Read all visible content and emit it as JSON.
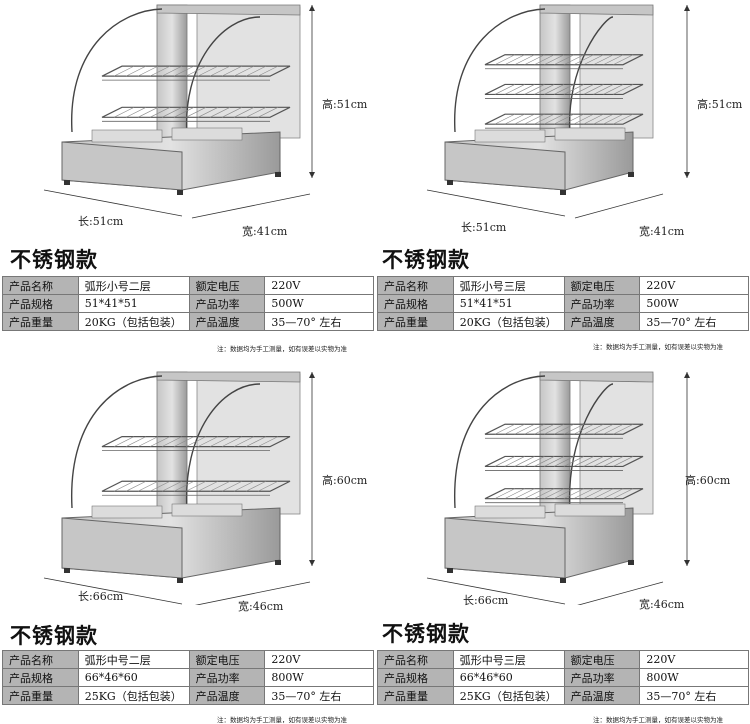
{
  "products": [
    {
      "title": "不锈钢款",
      "height_label": "高:51cm",
      "length_label": "长:51cm",
      "width_label": "宽:41cm",
      "specs": [
        [
          "产品名称",
          "弧形小号二层",
          "额定电压",
          "220V"
        ],
        [
          "产品规格",
          "51*41*51",
          "产品功率",
          "500W"
        ],
        [
          "产品重量",
          "20KG（包括包装）",
          "产品温度",
          "35—70° 左右"
        ]
      ],
      "note": "注：数据均为手工测量，如有误差以实物为准",
      "shelves": 2
    },
    {
      "title": "不锈钢款",
      "height_label": "高:51cm",
      "length_label": "长:51cm",
      "width_label": "宽:41cm",
      "specs": [
        [
          "产品名称",
          "弧形小号三层",
          "额定电压",
          "220V"
        ],
        [
          "产品规格",
          "51*41*51",
          "产品功率",
          "500W"
        ],
        [
          "产品重量",
          "20KG（包括包装）",
          "产品温度",
          "35—70° 左右"
        ]
      ],
      "note": "注：数据均为手工测量，如有误差以实物为准",
      "shelves": 3
    },
    {
      "title": "不锈钢款",
      "height_label": "高:60cm",
      "length_label": "长:66cm",
      "width_label": "宽:46cm",
      "specs": [
        [
          "产品名称",
          "弧形中号二层",
          "额定电压",
          "220V"
        ],
        [
          "产品规格",
          "66*46*60",
          "产品功率",
          "800W"
        ],
        [
          "产品重量",
          "25KG（包括包装）",
          "产品温度",
          "35—70° 左右"
        ]
      ],
      "note": "注：数据均为手工测量，如有误差以实物为准",
      "shelves": 2
    },
    {
      "title": "不锈钢款",
      "height_label": "高:60cm",
      "length_label": "长:66cm",
      "width_label": "宽:46cm",
      "specs": [
        [
          "产品名称",
          "弧形中号三层",
          "额定电压",
          "220V"
        ],
        [
          "产品规格",
          "66*46*60",
          "产品功率",
          "800W"
        ],
        [
          "产品重量",
          "25KG（包括包装）",
          "产品温度",
          "35—70° 左右"
        ]
      ],
      "note": "注：数据均为手工测量，如有误差以实物为准",
      "shelves": 3
    }
  ],
  "colors": {
    "label_cell": "#b4b4b4",
    "steel_light": "#e2e2e2",
    "steel_mid": "#c6c6c6",
    "steel_dark": "#9a9a9a"
  }
}
